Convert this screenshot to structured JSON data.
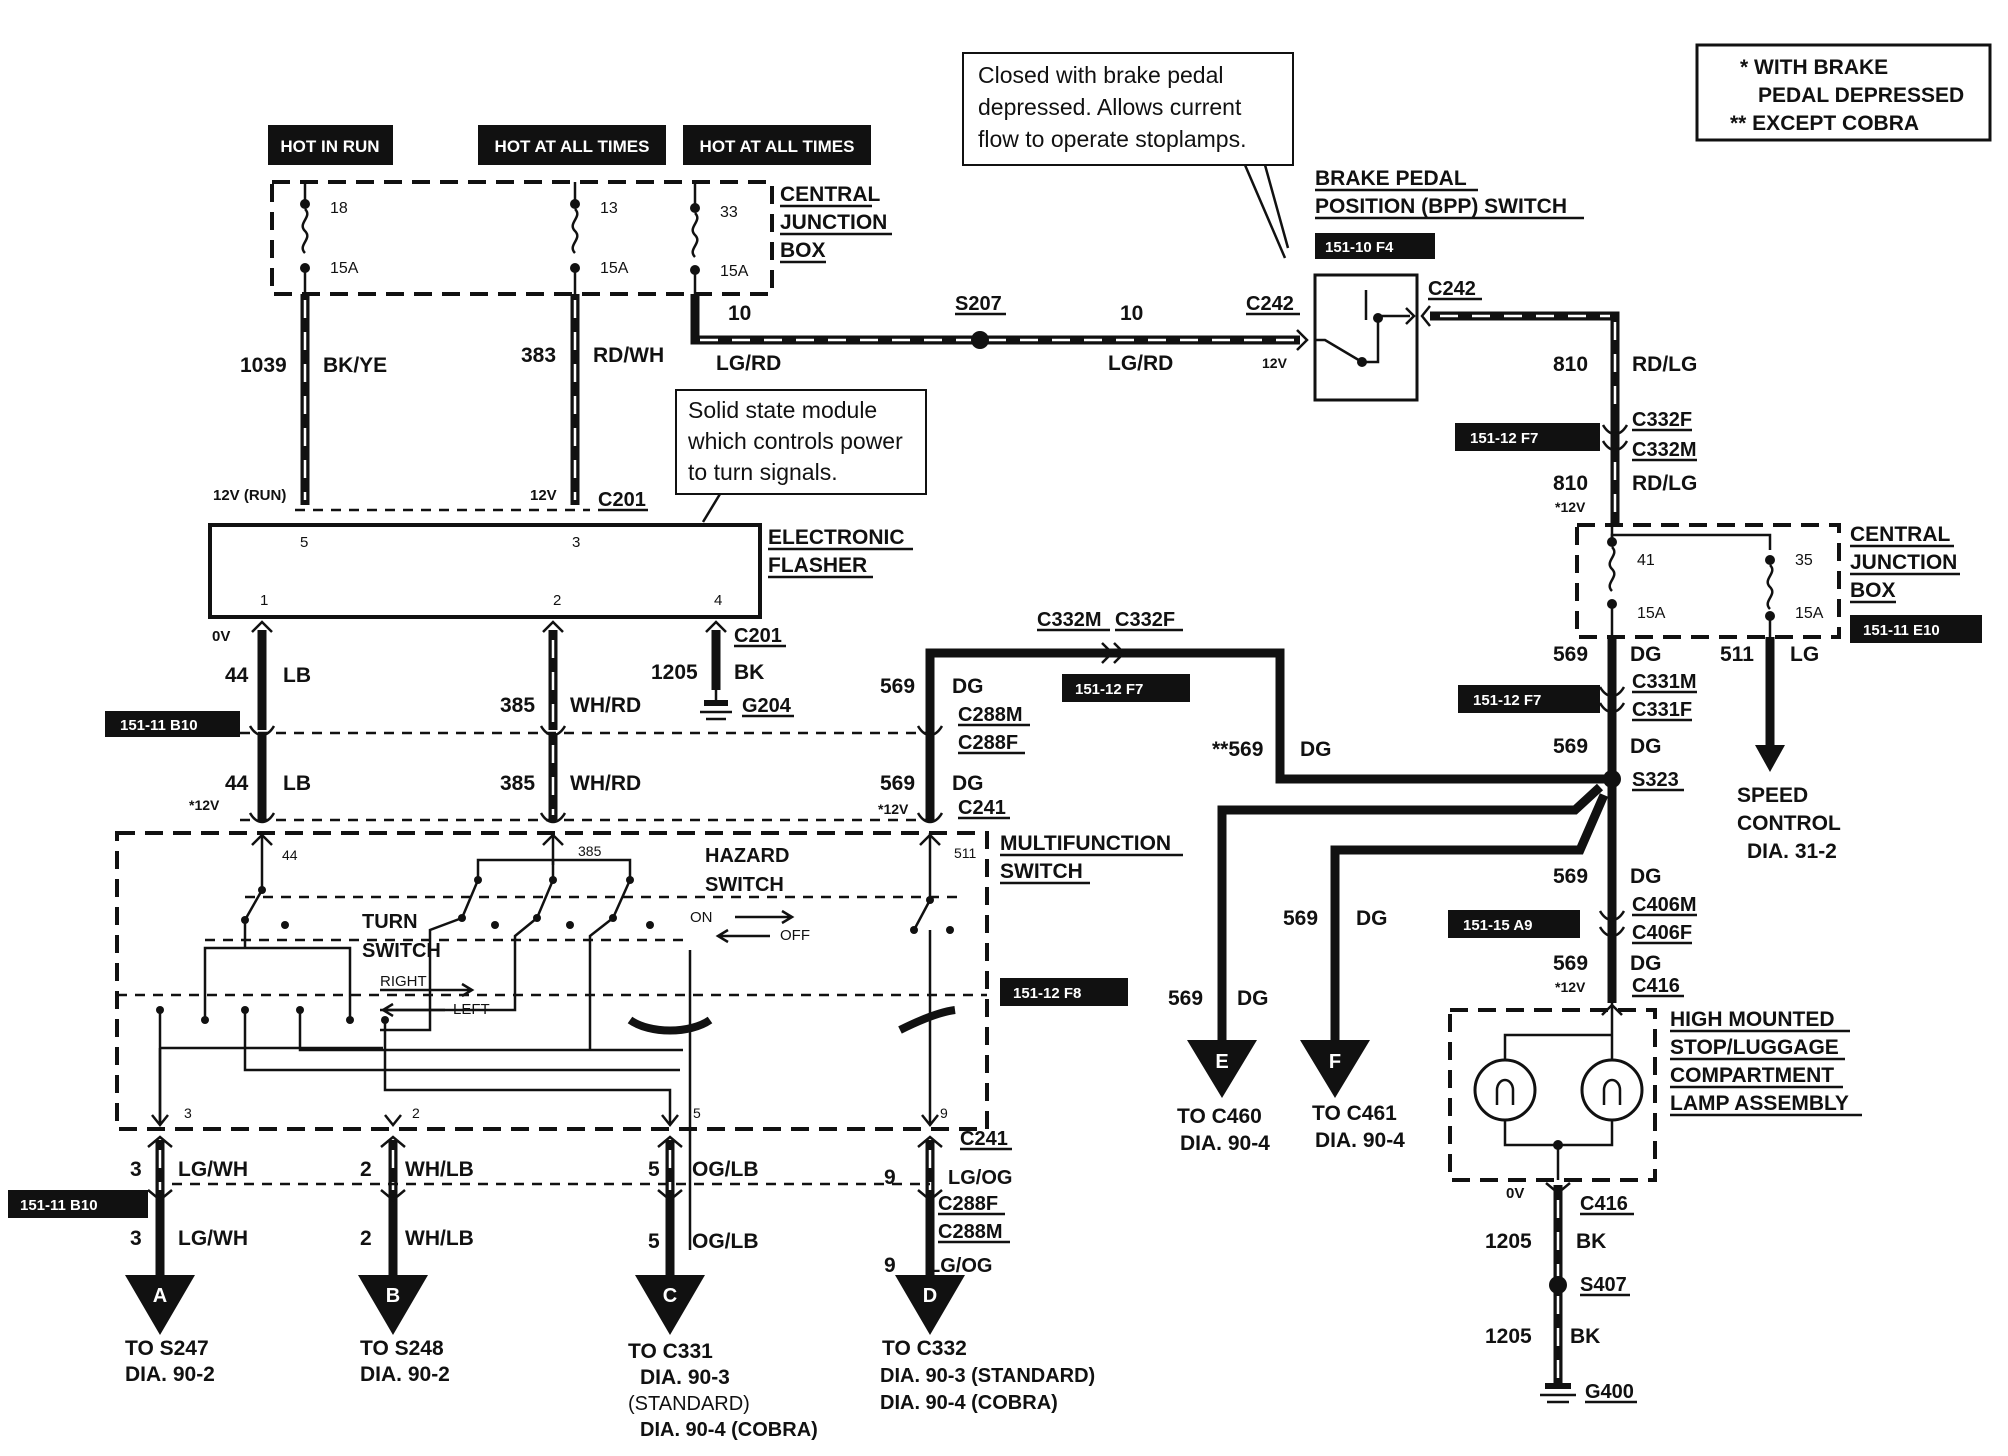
{
  "legend": {
    "line1": "* WITH BRAKE",
    "line2": "PEDAL DEPRESSED",
    "line3": "** EXCEPT COBRA"
  },
  "notes": {
    "bpp_note": [
      "Closed with brake pedal",
      "depressed. Allows current",
      "flow to operate stoplamps."
    ],
    "flasher_note": [
      "Solid state module",
      "which controls power",
      "to turn signals."
    ]
  },
  "tags": {
    "hot_in_run": "HOT IN RUN",
    "hot_all_1": "HOT AT ALL TIMES",
    "hot_all_2": "HOT AT ALL TIMES",
    "ref_bpp": "151-10 F4",
    "ref_c332": "151-12 F7",
    "ref_cjb2": "151-11 E10",
    "ref_c332_mid": "151-12 F7",
    "ref_c331": "151-12 F7",
    "ref_b10_top": "151-11 B10",
    "ref_f8": "151-12 F8",
    "ref_a9": "151-15 A9",
    "ref_b10_bot": "151-11 B10"
  },
  "components": {
    "cjb_1": [
      "CENTRAL",
      "JUNCTION",
      "BOX"
    ],
    "cjb_2": [
      "CENTRAL",
      "JUNCTION",
      "BOX"
    ],
    "bpp": [
      "BRAKE PEDAL",
      "POSITION (BPP) SWITCH"
    ],
    "flasher": [
      "ELECTRONIC",
      "FLASHER"
    ],
    "mfs": [
      "MULTIFUNCTION",
      "SWITCH"
    ],
    "hmsl": [
      "HIGH  MOUNTED",
      "STOP/LUGGAGE",
      "COMPARTMENT",
      "LAMP ASSEMBLY"
    ],
    "speed_control": [
      "SPEED",
      "CONTROL",
      "DIA. 31-2"
    ],
    "hazard": [
      "HAZARD",
      "SWITCH"
    ],
    "turn": [
      "TURN",
      "SWITCH"
    ],
    "on": "ON",
    "off": "OFF",
    "right": "RIGHT",
    "left": "LEFT"
  },
  "fuses": {
    "f18": "18",
    "f18a": "15A",
    "f13": "13",
    "f13a": "15A",
    "f33": "33",
    "f33a": "15A",
    "f41": "41",
    "f41a": "15A",
    "f35": "35",
    "f35a": "15A"
  },
  "circuits": {
    "c1039": "1039",
    "bkye": "BK/YE",
    "c383": "383",
    "rdwh": "RD/WH",
    "c10a": "10",
    "lgrd_a": "LG/RD",
    "s207": "S207",
    "c10b": "10",
    "lgrd_b": "LG/RD",
    "c242a": "C242",
    "v12_bpp": "12V",
    "c242b": "C242",
    "c810a": "810",
    "rdlg_a": "RD/LG",
    "c332f": "C332F",
    "c332m": "C332M",
    "c810b": "810",
    "rdlg_b": "RD/LG",
    "v12_810": "*12V",
    "v12run": "12V (RUN)",
    "v12_383": "12V",
    "c201a": "C201",
    "fl5": "5",
    "fl3": "3",
    "fl1": "1",
    "fl2": "2",
    "fl4": "4",
    "v0_fl": "0V",
    "c201b": "C201",
    "c44a": "44",
    "lb_a": "LB",
    "c1205a": "1205",
    "bk_a": "BK",
    "g204": "G204",
    "c385a": "385",
    "whrd_a": "WH/RD",
    "c44b": "44",
    "lb_b": "LB",
    "v12_44": "*12V",
    "c385b": "385",
    "whrd_b": "WH/RD",
    "c569a": "569",
    "dg_a": "DG",
    "c288m": "C288M",
    "c288f": "C288F",
    "c569b": "569",
    "dg_b": "DG",
    "v12_569": "*12V",
    "c241a": "C241",
    "c332m_top": "C332M",
    "c332f_top": "C332F",
    "c569c": "**569",
    "dg_c": "DG",
    "c569d": "569",
    "dg_d": "DG",
    "c331m": "C331M",
    "c331f": "C331F",
    "c511": "511",
    "lg": "LG",
    "c569e": "569",
    "dg_e": "DG",
    "s323": "S323",
    "c569f": "569",
    "dg_f": "DG",
    "c406m": "C406M",
    "c406f": "C406F",
    "c569g": "569",
    "dg_g": "DG",
    "v12_c416": "*12V",
    "c416a": "C416",
    "c569h": "569",
    "dg_h": "DG",
    "c569i": "569",
    "dg_i": "DG",
    "p44": "44",
    "p385": "385",
    "p511": "511",
    "p3": "3",
    "p2": "2",
    "p5": "5",
    "p9": "9",
    "c241b": "C241",
    "c3a": "3",
    "lgwh_a": "LG/WH",
    "c2a": "2",
    "whlb_a": "WH/LB",
    "c5a": "5",
    "oglb_a": "OG/LB",
    "c9a": "9",
    "lgog_a": "LG/OG",
    "c288f_b": "C288F",
    "c288m_b": "C288M",
    "c3b": "3",
    "lgwh_b": "LG/WH",
    "c2b": "2",
    "whlb_b": "WH/LB",
    "c5b": "5",
    "oglb_b": "OG/LB",
    "c9b": "9",
    "lgog_b": "LG/OG",
    "v0_hm": "0V",
    "c416b": "C416",
    "c1205b": "1205",
    "bk_b": "BK",
    "s407": "S407",
    "c1205c": "1205",
    "bk_c": "BK",
    "g400": "G400"
  },
  "destinations": {
    "a": {
      "letter": "A",
      "line1": "TO S247",
      "line2": "DIA. 90-2"
    },
    "b": {
      "letter": "B",
      "line1": "TO S248",
      "line2": "DIA. 90-2"
    },
    "c": {
      "letter": "C",
      "line1": "TO C331",
      "line2": "DIA. 90-3",
      "line3": "(STANDARD)",
      "line4": "DIA. 90-4 (COBRA)"
    },
    "d": {
      "letter": "D",
      "line1": "TO C332",
      "line2": "DIA. 90-3 (STANDARD)",
      "line3": "DIA. 90-4 (COBRA)"
    },
    "e": {
      "letter": "E",
      "line1": "TO C460",
      "line2": "DIA. 90-4"
    },
    "f": {
      "letter": "F",
      "line1": "TO C461",
      "line2": "DIA. 90-4"
    }
  }
}
